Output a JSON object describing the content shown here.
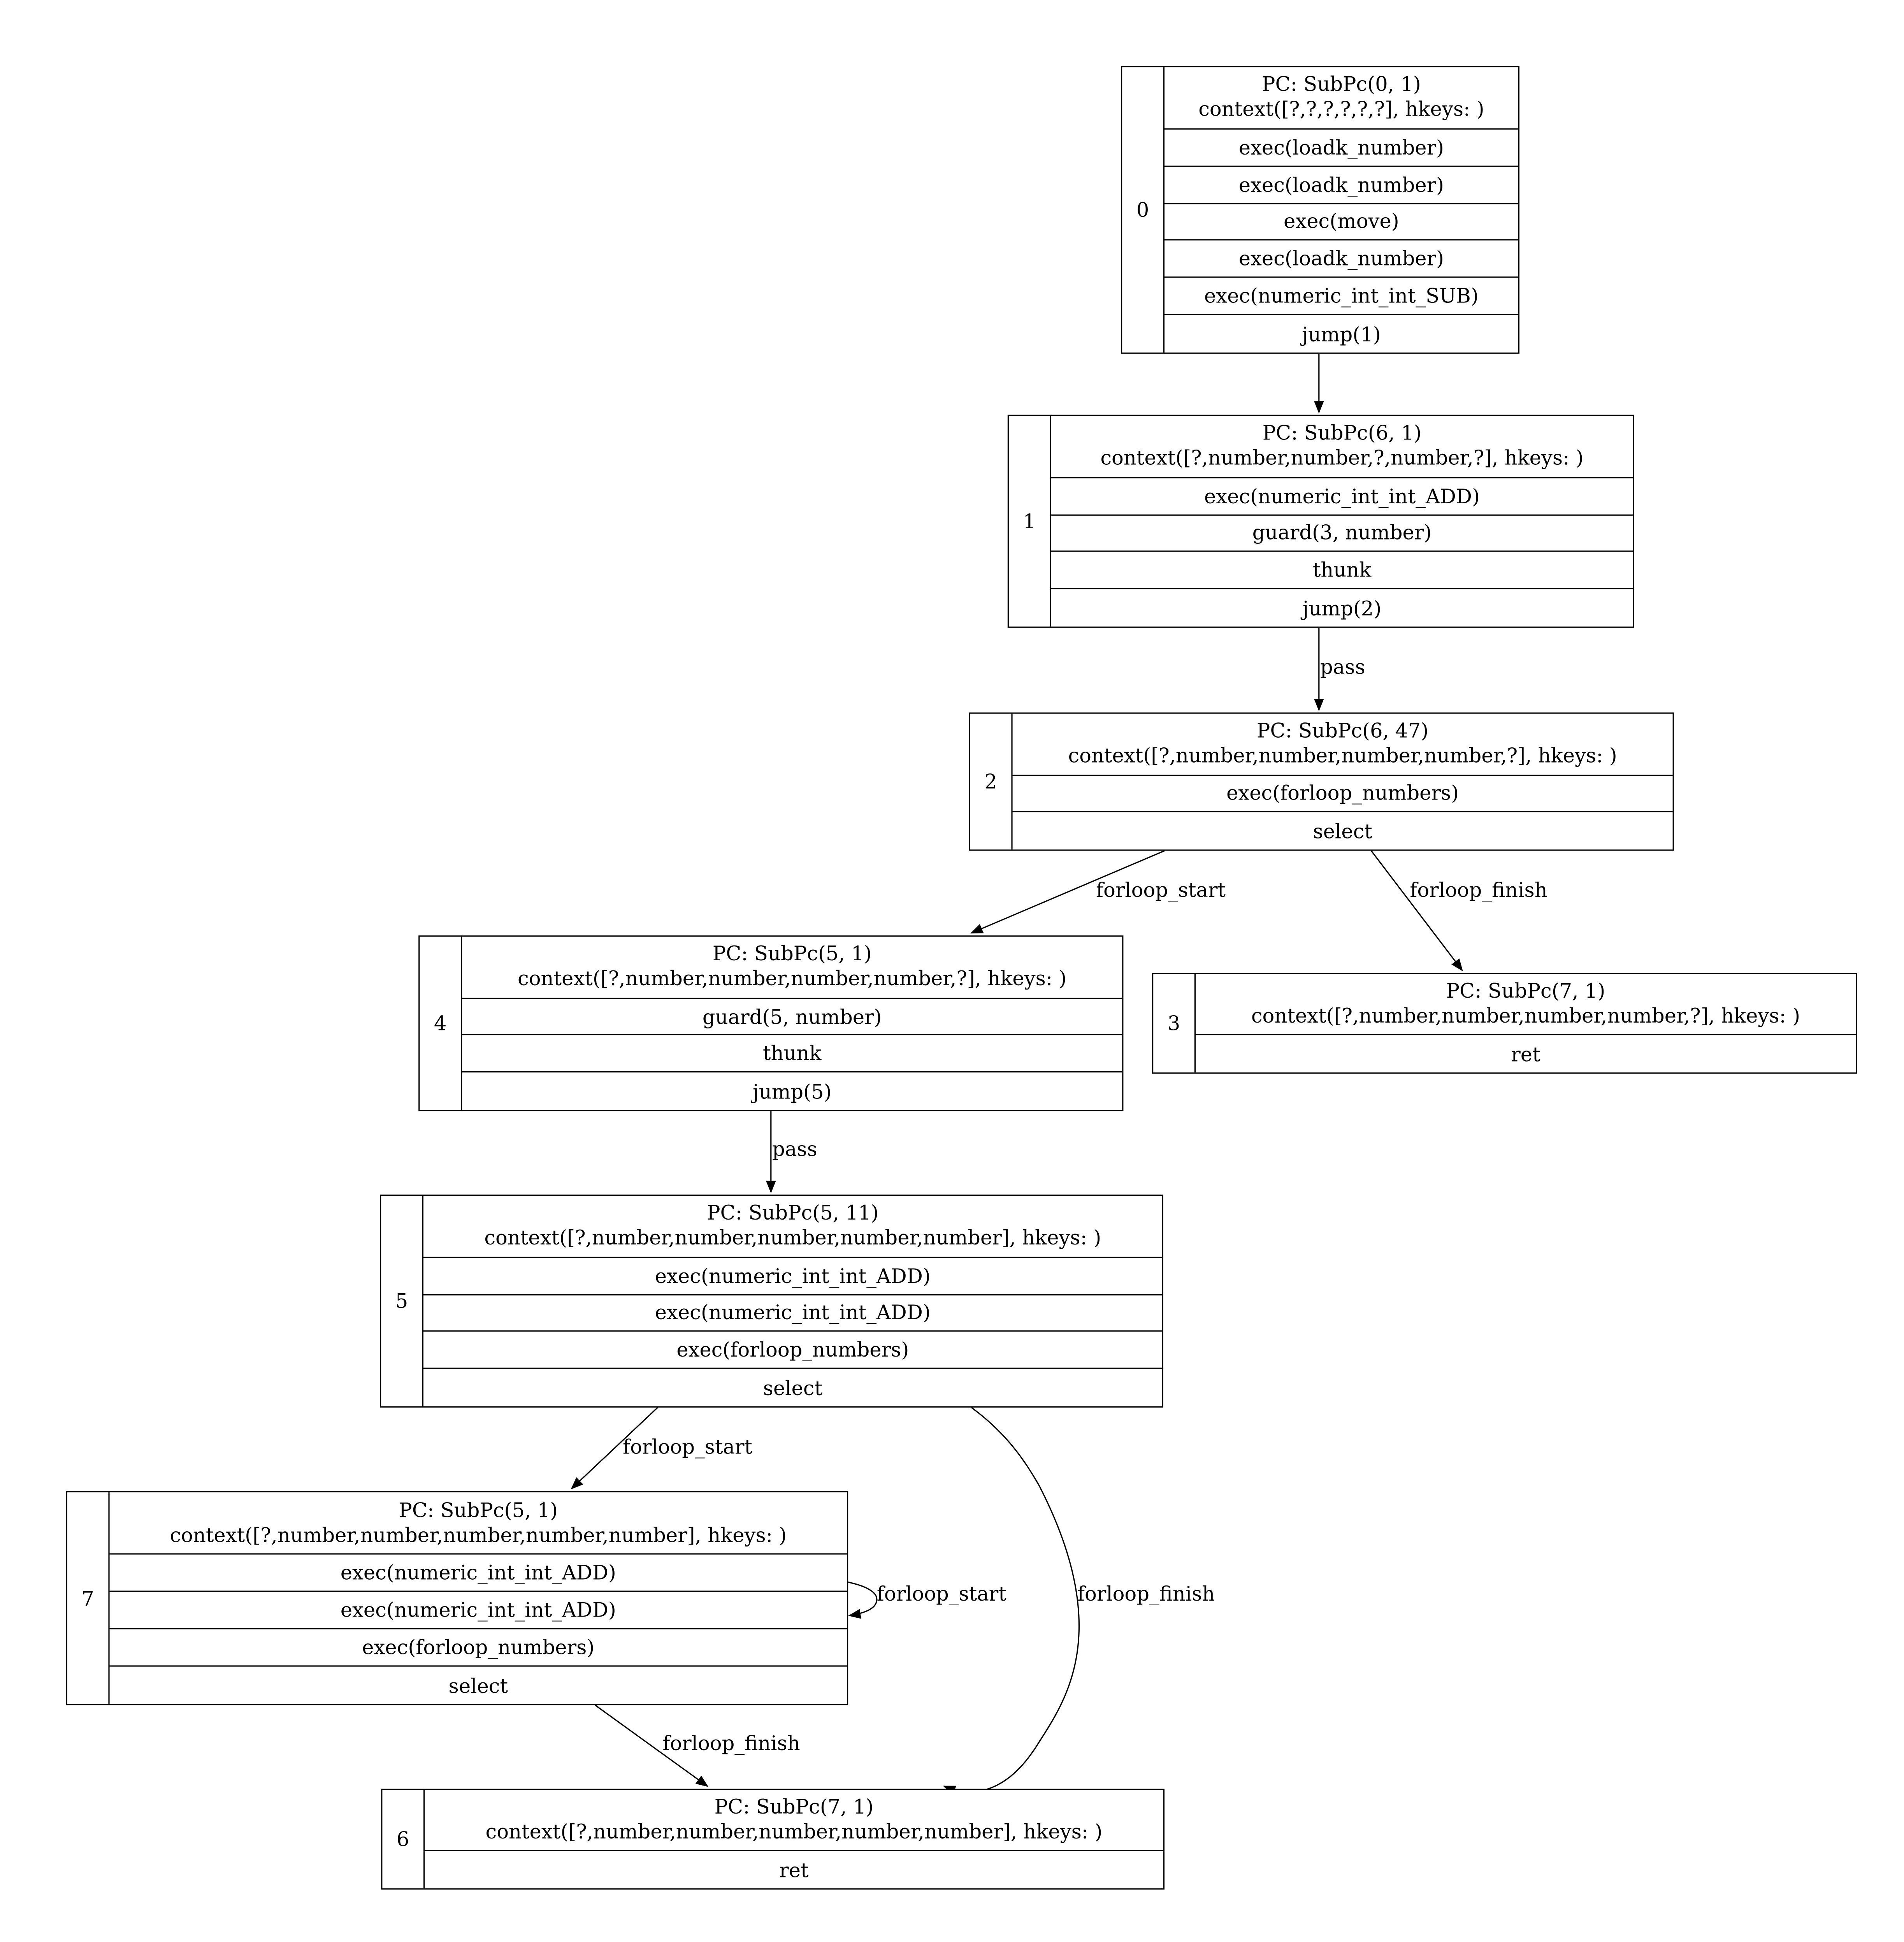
{
  "nodes": [
    {
      "id": "0",
      "pc": "PC: SubPc(0, 1)",
      "context": "context([?,?,?,?,?,?], hkeys: )",
      "rows": [
        "exec(loadk_number)",
        "exec(loadk_number)",
        "exec(move)",
        "exec(loadk_number)",
        "exec(numeric_int_int_SUB)",
        "jump(1)"
      ]
    },
    {
      "id": "1",
      "pc": "PC: SubPc(6, 1)",
      "context": "context([?,number,number,?,number,?], hkeys: )",
      "rows": [
        "exec(numeric_int_int_ADD)",
        "guard(3, number)",
        "thunk",
        "jump(2)"
      ]
    },
    {
      "id": "2",
      "pc": "PC: SubPc(6, 47)",
      "context": "context([?,number,number,number,number,?], hkeys: )",
      "rows": [
        "exec(forloop_numbers)",
        "select"
      ]
    },
    {
      "id": "4",
      "pc": "PC: SubPc(5, 1)",
      "context": "context([?,number,number,number,number,?], hkeys: )",
      "rows": [
        "guard(5, number)",
        "thunk",
        "jump(5)"
      ]
    },
    {
      "id": "3",
      "pc": "PC: SubPc(7, 1)",
      "context": "context([?,number,number,number,number,?], hkeys: )",
      "rows": [
        "ret"
      ]
    },
    {
      "id": "5",
      "pc": "PC: SubPc(5, 11)",
      "context": "context([?,number,number,number,number,number], hkeys: )",
      "rows": [
        "exec(numeric_int_int_ADD)",
        "exec(numeric_int_int_ADD)",
        "exec(forloop_numbers)",
        "select"
      ]
    },
    {
      "id": "7",
      "pc": "PC: SubPc(5, 1)",
      "context": "context([?,number,number,number,number,number], hkeys: )",
      "rows": [
        "exec(numeric_int_int_ADD)",
        "exec(numeric_int_int_ADD)",
        "exec(forloop_numbers)",
        "select"
      ]
    },
    {
      "id": "6",
      "pc": "PC: SubPc(7, 1)",
      "context": "context([?,number,number,number,number,number], hkeys: )",
      "rows": [
        "ret"
      ]
    }
  ],
  "edges": [
    {
      "from": "0",
      "to": "1",
      "label": ""
    },
    {
      "from": "1",
      "to": "2",
      "label": "pass"
    },
    {
      "from": "2",
      "to": "4",
      "label": "forloop_start"
    },
    {
      "from": "2",
      "to": "3",
      "label": "forloop_finish"
    },
    {
      "from": "4",
      "to": "5",
      "label": "pass"
    },
    {
      "from": "5",
      "to": "7",
      "label": "forloop_start"
    },
    {
      "from": "5",
      "to": "6",
      "label": "forloop_finish"
    },
    {
      "from": "7",
      "to": "7",
      "label": "forloop_start"
    },
    {
      "from": "7",
      "to": "6",
      "label": "forloop_finish"
    }
  ]
}
